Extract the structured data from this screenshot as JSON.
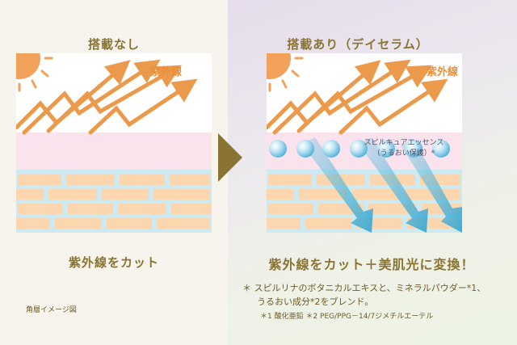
{
  "left": {
    "heading": "搭載なし",
    "uv_label": "紫外線",
    "caption": "紫外線をカット"
  },
  "right": {
    "heading": "搭載あり（デイセラム）",
    "uv_label": "紫外線",
    "essence_line1": "スピルキュアエッセンス",
    "essence_line2": "（うるおい保護）*",
    "caption": "紫外線をカット＋美肌光に変換！"
  },
  "notes": {
    "line1": "＊ スピルリナのボタニカルエキスと、ミネラルパウダー*1、",
    "line2": "うるおい成分*2をブレンド。",
    "footnote": "＊1 酸化亜鉛 ＊2 PEG/PPG－14/7ジメチルエーテル"
  },
  "figure_label": "角層イメージ図",
  "colors": {
    "gold": "#8a7433",
    "uv_orange": "#e8903a",
    "arrow_orange": "#eb9a4c",
    "pink_layer": "#fbe3ee",
    "skin_cell": "#fcd6ae",
    "blue_arrow": "#4fb6d6"
  },
  "icons": [
    "sun-icon",
    "chevron-right-icon",
    "essence-bead-icon"
  ]
}
